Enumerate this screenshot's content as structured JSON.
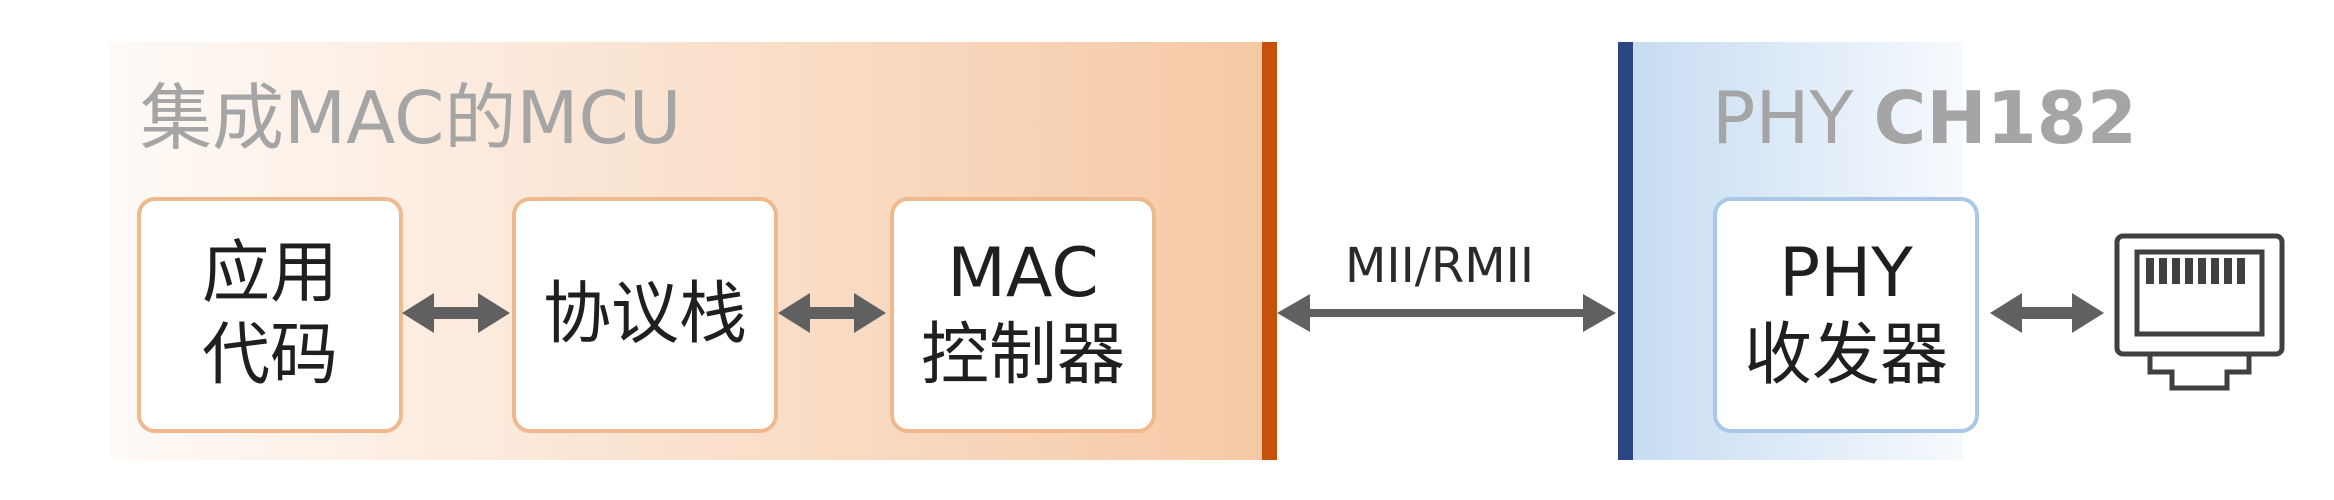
{
  "mcu": {
    "title": "集成MAC的MCU",
    "blocks": [
      {
        "lines": [
          "应用",
          "代码"
        ]
      },
      {
        "lines": [
          "协议栈"
        ]
      },
      {
        "lines": [
          "MAC",
          "控制器"
        ]
      }
    ]
  },
  "bus": {
    "label": "MII/RMII"
  },
  "phy": {
    "title_prefix": "PHY",
    "title_model": "CH182",
    "block": {
      "lines": [
        "PHY",
        "收发器"
      ]
    }
  },
  "colors": {
    "mcu_accent": "#c5510a",
    "phy_accent": "#2c4583",
    "arrow": "#606060",
    "mcu_block_border": "#f0b98d",
    "phy_block_border": "#a9c8e8"
  },
  "icons": {
    "ethernet_port": "rj45-port-icon"
  }
}
